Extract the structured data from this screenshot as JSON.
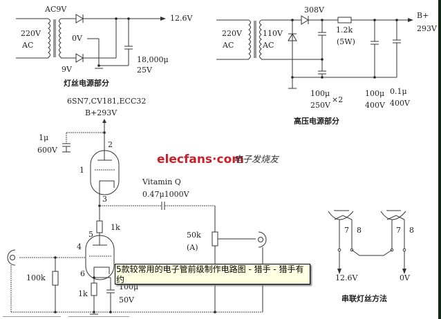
{
  "diagram": {
    "title_tooltip": "5款较常用的电子管前级制作电路图 - 猎手 - 猎手有约",
    "watermark": {
      "logo": "elecfans·com",
      "subtitle": "电子发烧友"
    },
    "filament_supply": {
      "section_label": "灯丝电源部分",
      "transformer_secondary": "AC9V",
      "primary_voltage": "220V",
      "primary_type": "AC",
      "center_tap": "0V",
      "lower_tap": "9V",
      "output": "12.6V",
      "capacitor_value": "18,000μ",
      "capacitor_voltage": "25V"
    },
    "hv_supply": {
      "section_label": "高压电源部分",
      "primary_voltage": "220V",
      "primary_type": "AC",
      "secondary_voltage": "110V",
      "secondary_type": "AC",
      "rectified_voltage": "308V",
      "resistor_value": "1.2k",
      "resistor_power": "(5W)",
      "output_label": "B+",
      "output_voltage": "293V",
      "doubler_caps": "100μ",
      "doubler_caps_voltage": "250V",
      "doubler_caps_count": "×2",
      "filter_cap1": "100μ",
      "filter_cap1_voltage": "400V",
      "filter_cap2": "0.1μ",
      "filter_cap2_voltage": "400V"
    },
    "preamp": {
      "tube_types": "6SN7,CV181,ECC32",
      "supply": "B+293V",
      "bypass_cap": "1μ",
      "bypass_cap_voltage": "600V",
      "coupling_cap_brand": "Vitamin Q",
      "coupling_cap_value": "0.47μ1000V",
      "pins": {
        "p1": "1",
        "p2": "2",
        "p3": "3",
        "p4": "4",
        "p5": "5",
        "p6": "6"
      },
      "plate_resistor": "1k",
      "grid_resistor": "100k",
      "cathode_resistor": "1k",
      "cathode_cap": "100μ",
      "cathode_cap_voltage": "50V",
      "volume_pot": "50k",
      "volume_pot_taper": "(A)"
    },
    "series_filament": {
      "section_label": "串联灯丝方法",
      "pin7": "7",
      "pin8": "8",
      "input_voltage": "12.6V",
      "ground_voltage": "0V"
    }
  }
}
